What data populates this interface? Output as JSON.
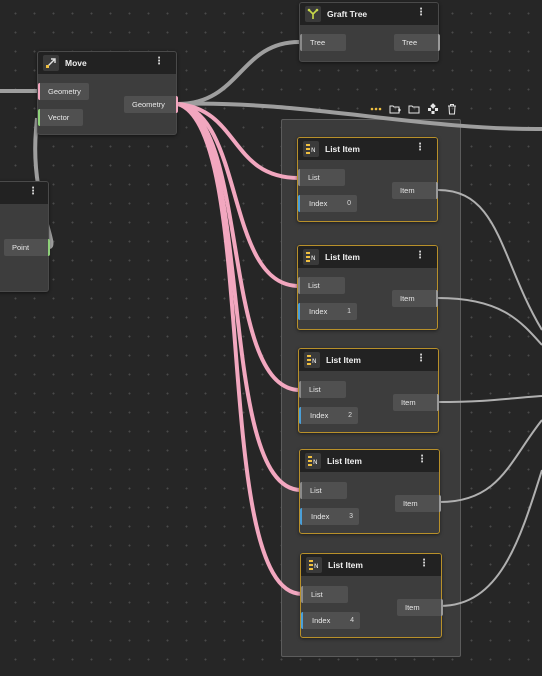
{
  "canvas": {
    "background": "#262626",
    "grid_dot": "#4a4a4a"
  },
  "colors": {
    "geometry_wire": "#f2a7bf",
    "default_wire": "#9e9e9e",
    "accent_gold": "#b8902a",
    "index_port": "#4a9fd8",
    "vector_port": "#8fd17a"
  },
  "nodes": {
    "graft_tree": {
      "title": "Graft Tree",
      "input_label": "Tree",
      "output_label": "Tree"
    },
    "move": {
      "title": "Move",
      "input_geometry": "Geometry",
      "input_vector": "Vector",
      "output_label": "Geometry"
    },
    "point_node": {
      "output_label": "Point"
    }
  },
  "list_items": [
    {
      "title": "List Item",
      "list_label": "List",
      "index_label": "Index",
      "index_value": "0",
      "item_label": "Item"
    },
    {
      "title": "List Item",
      "list_label": "List",
      "index_label": "Index",
      "index_value": "1",
      "item_label": "Item"
    },
    {
      "title": "List Item",
      "list_label": "List",
      "index_label": "Index",
      "index_value": "2",
      "item_label": "Item"
    },
    {
      "title": "List Item",
      "list_label": "List",
      "index_label": "Index",
      "index_value": "3",
      "item_label": "Item"
    },
    {
      "title": "List Item",
      "list_label": "List",
      "index_label": "Index",
      "index_value": "4",
      "item_label": "Item"
    }
  ],
  "group_toolbar": {
    "icons": [
      "more-icon",
      "add-folder-icon",
      "folder-icon",
      "ungroup-icon",
      "trash-icon"
    ]
  }
}
